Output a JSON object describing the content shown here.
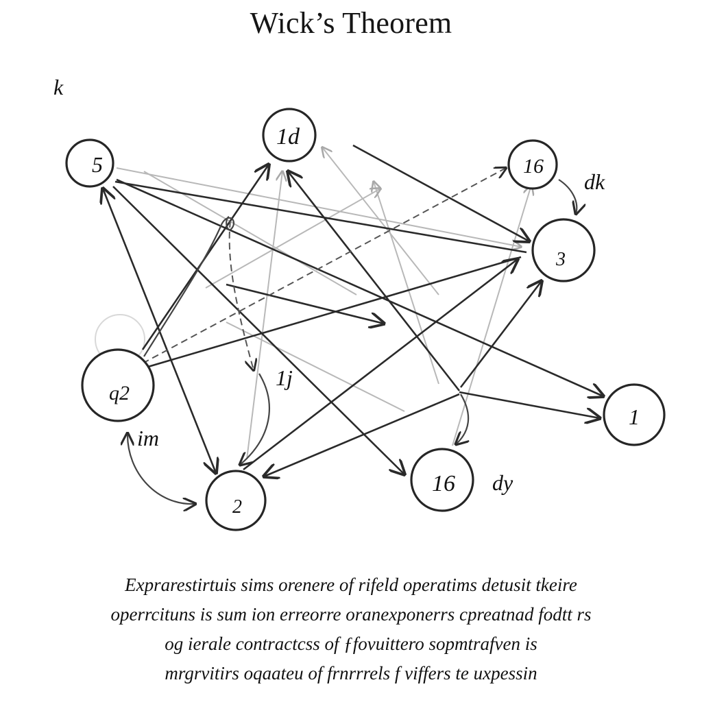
{
  "title": "Wick’s Theorem",
  "diagram": {
    "nodes": [
      {
        "id": "n5",
        "label": "5"
      },
      {
        "id": "n1d",
        "label": "1d"
      },
      {
        "id": "n16top",
        "label": "16"
      },
      {
        "id": "n3",
        "label": "3"
      },
      {
        "id": "nq2",
        "label": "q2"
      },
      {
        "id": "n1",
        "label": "1"
      },
      {
        "id": "n16",
        "label": "16"
      },
      {
        "id": "n2",
        "label": "2"
      }
    ],
    "free_labels": {
      "corner": "k",
      "dk": "dk",
      "ij": "1j",
      "im": "im",
      "dy": "dy"
    }
  },
  "caption": {
    "lines": [
      "Exprarestirtuis sims orenere of rifeld operatims detusit tkeire",
      "operrcituns is sum ion erreorre oranexponerrs cpreatnad fodtt rs",
      "og ierale contractcss of ƒfovuittero sopmtrafven is",
      "mrgrvitirs oqaateu of frnrrrels f viffers te uxpessin"
    ]
  }
}
